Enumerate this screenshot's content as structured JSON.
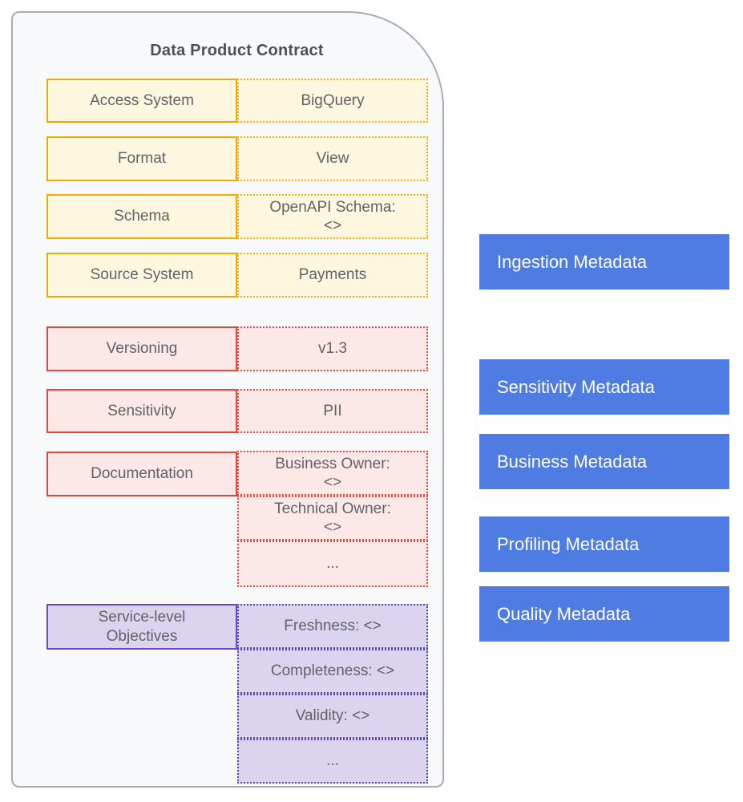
{
  "contract": {
    "title": "Data Product Contract",
    "rows": [
      {
        "group": "ingestion",
        "label": "Access System",
        "value": "BigQuery"
      },
      {
        "group": "ingestion",
        "label": "Format",
        "value": "View"
      },
      {
        "group": "ingestion",
        "label": "Schema",
        "value": "OpenAPI Schema:\n<>"
      },
      {
        "group": "ingestion",
        "label": "Source System",
        "value": "Payments"
      },
      {
        "group": "sensitivity",
        "label": "Versioning",
        "value": "v1.3"
      },
      {
        "group": "sensitivity",
        "label": "Sensitivity",
        "value": "PII"
      },
      {
        "group": "business",
        "label": "Documentation",
        "values": [
          "Business Owner:\n<>",
          "Technical Owner:\n<>",
          "..."
        ]
      },
      {
        "group": "quality",
        "label": "Service-level\nObjectives",
        "values": [
          "Freshness: <>",
          "Completeness: <>",
          "Validity: <>",
          "..."
        ]
      }
    ]
  },
  "legend": {
    "items": [
      {
        "label": "Ingestion Metadata"
      },
      {
        "label": "Sensitivity Metadata"
      },
      {
        "label": "Business Metadata"
      },
      {
        "label": "Profiling Metadata"
      },
      {
        "label": "Quality Metadata"
      }
    ]
  },
  "colors": {
    "panel_background": "#f8f9fa",
    "panel_border": "#a8adb5",
    "group_yellow_border": "#f4a900",
    "group_yellow_fill": "#fef7e0",
    "group_red_border": "#e8453a",
    "group_red_fill": "#fce8e6",
    "group_purple_border": "#6a46c6",
    "group_purple_fill": "#dcd4ee",
    "legend_blue": "#4e7ce2",
    "text_gray": "#5f6368"
  }
}
